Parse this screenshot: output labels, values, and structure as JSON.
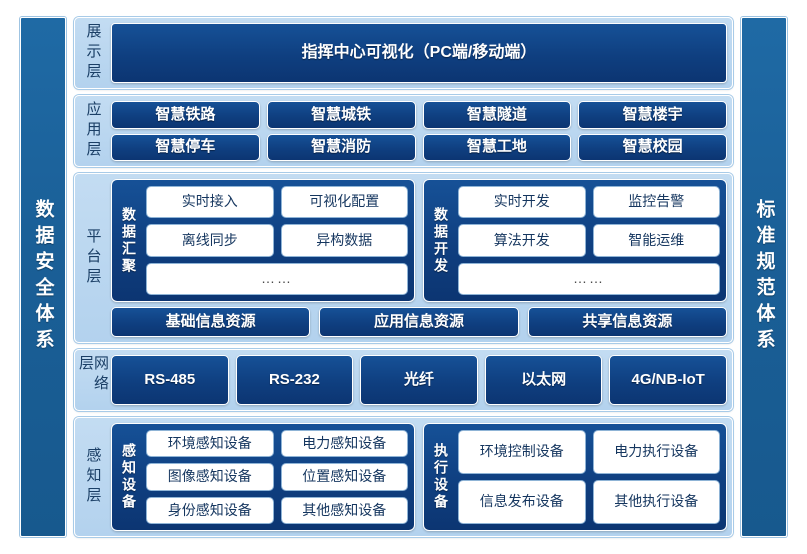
{
  "pillars": {
    "left": "数据安全体系",
    "right": "标准规范体系"
  },
  "layers": {
    "display": {
      "label": "展示层",
      "hero": "指挥中心可视化（PC端/移动端）"
    },
    "application": {
      "label": "应用层",
      "row1": [
        "智慧铁路",
        "智慧城铁",
        "智慧隧道",
        "智慧楼宇"
      ],
      "row2": [
        "智慧停车",
        "智慧消防",
        "智慧工地",
        "智慧校园"
      ]
    },
    "platform": {
      "label": "平台层",
      "groups": [
        {
          "label": "数据汇聚",
          "line1": [
            "实时接入",
            "可视化配置"
          ],
          "line2": [
            "离线同步",
            "异构数据"
          ],
          "line3": "……"
        },
        {
          "label": "数据开发",
          "line1": [
            "实时开发",
            "监控告警"
          ],
          "line2": [
            "算法开发",
            "智能运维"
          ],
          "line3": "……"
        }
      ],
      "resources": [
        "基础信息资源",
        "应用信息资源",
        "共享信息资源"
      ]
    },
    "network": {
      "label": "网络层",
      "items": [
        "RS-485",
        "RS-232",
        "光纤",
        "以太网",
        "4G/NB-IoT"
      ]
    },
    "sense": {
      "label": "感知层",
      "groups": [
        {
          "label": "感知设备",
          "line1": [
            "环境感知设备",
            "电力感知设备"
          ],
          "line2": [
            "图像感知设备",
            "位置感知设备"
          ],
          "line3": [
            "身份感知设备",
            "其他感知设备"
          ]
        },
        {
          "label": "执行设备",
          "line1": [
            "环境控制设备",
            "电力执行设备"
          ],
          "line2": [
            "信息发布设备",
            "其他执行设备"
          ]
        }
      ]
    }
  },
  "colors": {
    "pillar_blue": "#1a6099",
    "block_blue": "#0f3f80",
    "layer_bg": "#b8d6f0",
    "white_box": "#ffffff",
    "label_text": "#1b3f66"
  }
}
